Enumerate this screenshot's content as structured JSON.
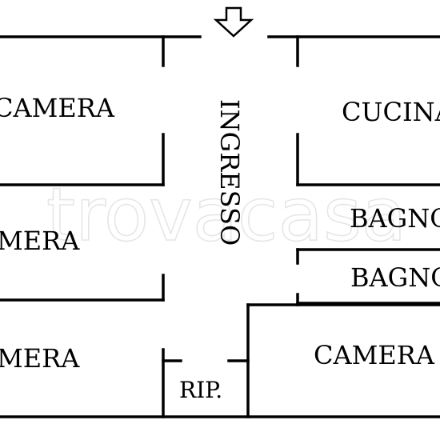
{
  "plan": {
    "rooms": {
      "camera_top_left": "CAMERA",
      "camera_mid_left": "MERA",
      "camera_bottom_left": "MERA",
      "ingresso": "INGRESSO",
      "cucina": "CUCINA",
      "bagno_1": "BAGNO",
      "bagno_2": "BAGNO",
      "camera_bottom_right": "CAMERA",
      "ripostiglio": "RIP."
    },
    "entrance_marker_icon": "down-arrow-icon"
  },
  "watermark": {
    "text": "trovacasa"
  },
  "colors": {
    "wall": "#000000",
    "background": "#ffffff",
    "watermark": "#e6e6e6"
  }
}
